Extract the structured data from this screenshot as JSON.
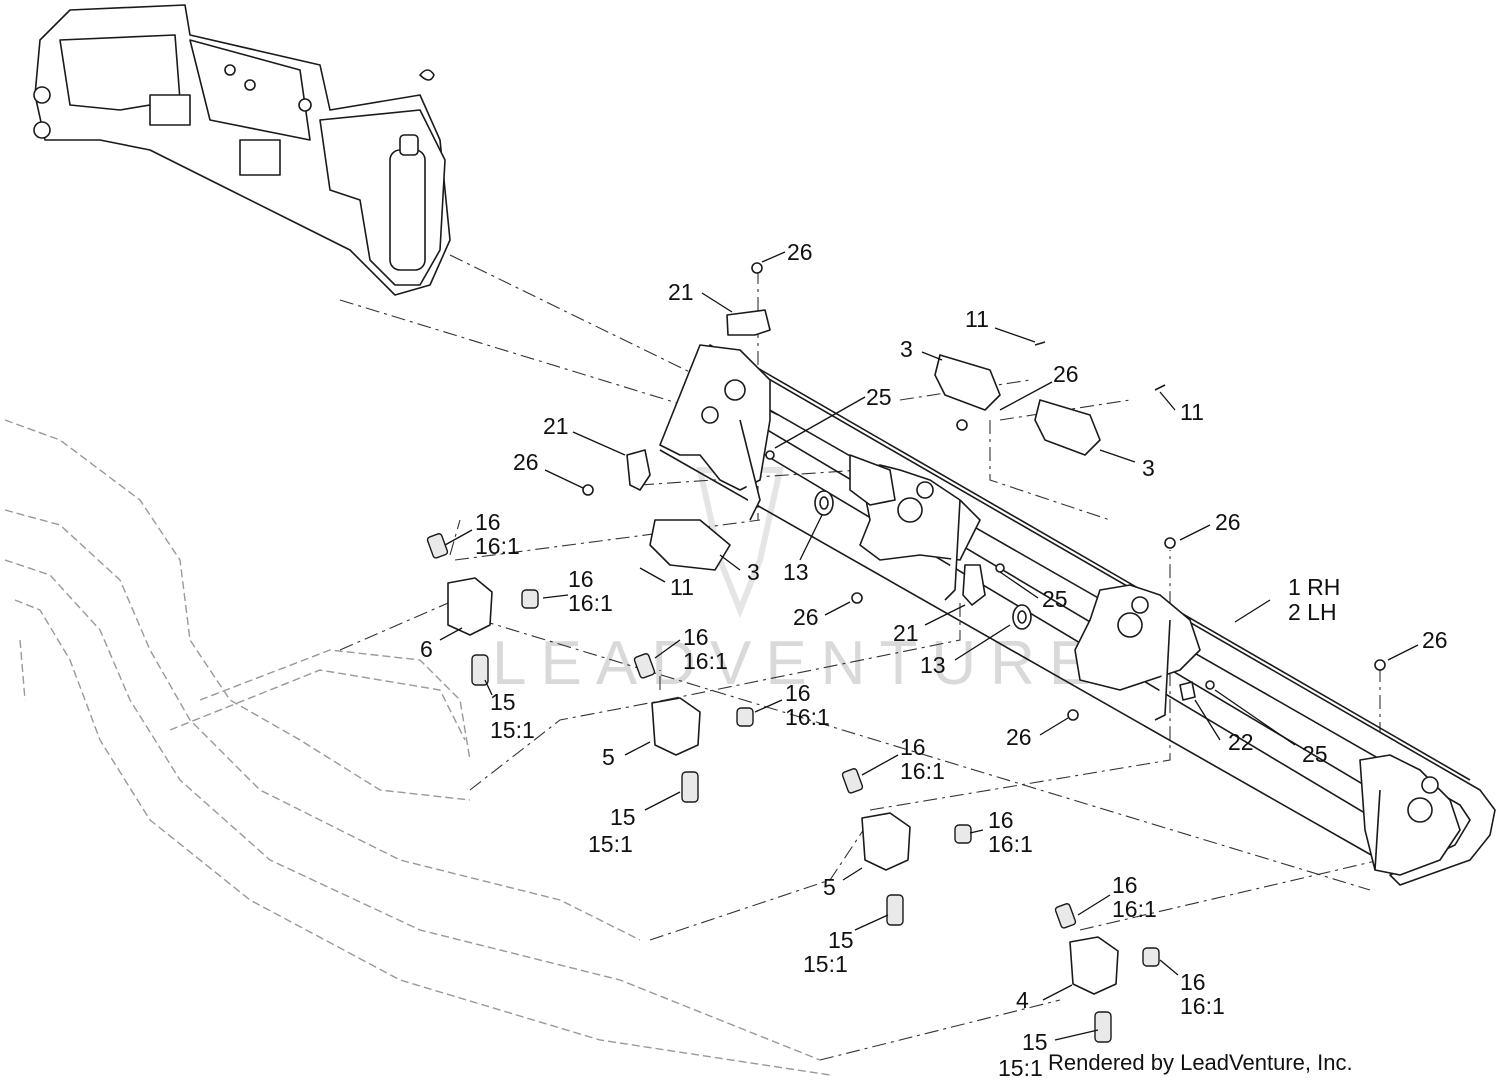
{
  "watermark": "LEADVENTURE",
  "credit": "Rendered by LeadVenture, Inc.",
  "labels": {
    "c26a": "26",
    "c21a": "21",
    "c11a": "11",
    "c3a": "3",
    "c26b": "26",
    "c25a": "25",
    "c11b": "11",
    "c21b": "21",
    "c26c": "26",
    "c3b": "3",
    "c16a1": "16",
    "c16a2": "16:1",
    "c16b1": "16",
    "c16b2": "16:1",
    "c3c": "3",
    "c13a": "13",
    "c11c": "11",
    "c26d": "26",
    "c6": "6",
    "c15a1": "15",
    "c15a2": "15:1",
    "c26e": "26",
    "c1": "1 RH",
    "c2": "2 LH",
    "c25b": "25",
    "c21c": "21",
    "c13b": "13",
    "c16c1": "16",
    "c16c2": "16:1",
    "c16d1": "16",
    "c16d2": "16:1",
    "c26f": "26",
    "c5a": "5",
    "c26g": "26",
    "c22": "22",
    "c25c": "25",
    "c15b1": "15",
    "c15b2": "15:1",
    "c16e1": "16",
    "c16e2": "16:1",
    "c16f1": "16",
    "c16f2": "16:1",
    "c5b": "5",
    "c15c1": "15",
    "c15c2": "15:1",
    "c16g1": "16",
    "c16g2": "16:1",
    "c16h1": "16",
    "c16h2": "16:1",
    "c4": "4",
    "c15d1": "15",
    "c15d2": "15:1"
  }
}
